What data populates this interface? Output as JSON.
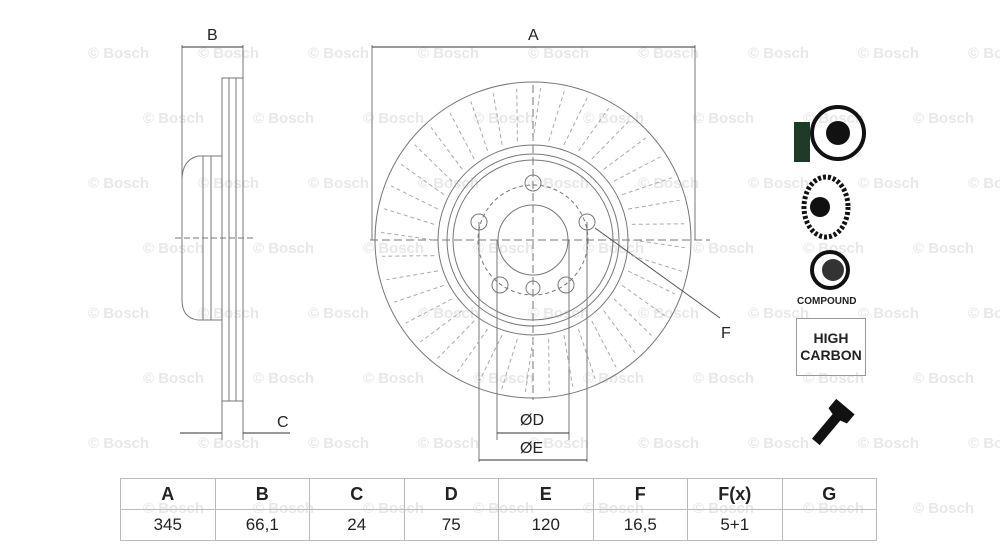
{
  "watermark": "© Bosch",
  "diagram": {
    "side_view": {
      "label_b": "B",
      "label_c": "C"
    },
    "front_view": {
      "label_a": "A",
      "label_d": "ØD",
      "label_e": "ØE",
      "label_f": "F"
    }
  },
  "icons": {
    "coating": "coated-disc-icon",
    "vented": "vented-disc-icon",
    "compound_label": "COMPOUND",
    "high_carbon_line1": "HIGH",
    "high_carbon_line2": "CARBON",
    "screw": "screw-icon"
  },
  "spec_table": {
    "headers": [
      "A",
      "B",
      "C",
      "D",
      "E",
      "F",
      "F(x)",
      "G"
    ],
    "values": [
      "345",
      "66,1",
      "24",
      "75",
      "120",
      "16,5",
      "5+1",
      ""
    ]
  }
}
